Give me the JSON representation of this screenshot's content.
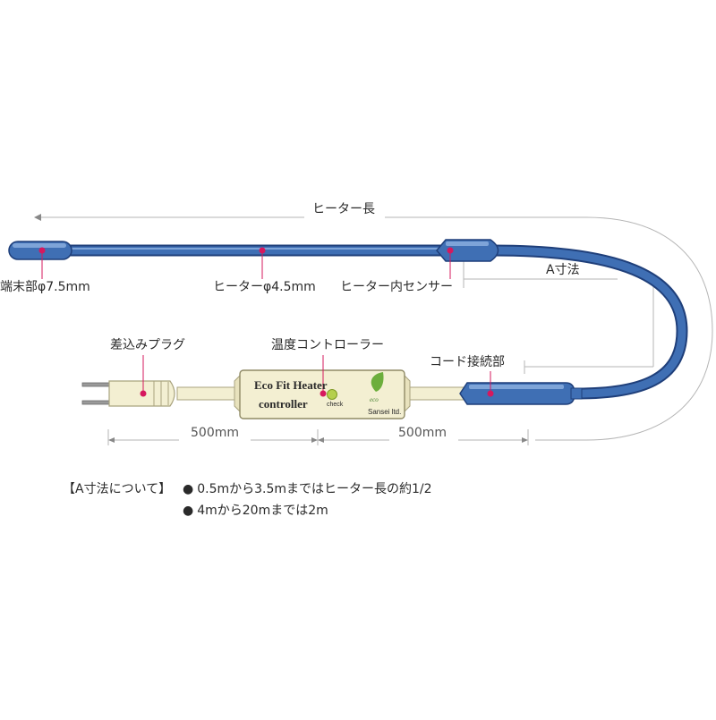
{
  "labels": {
    "heater_length": "ヒーター長",
    "a_dimension": "A寸法",
    "tip": "端末部φ7.5mm",
    "heater_diameter": "ヒーターφ4.5mm",
    "internal_sensor": "ヒーター内センサー",
    "plug": "差込みプラグ",
    "controller": "温度コントローラー",
    "cord_connection": "コード接続部",
    "cord_left_length": "500mm",
    "cord_right_length": "500mm"
  },
  "controller_box": {
    "title_line1": "Eco Fit Heater",
    "title_line2": "controller",
    "check": "check",
    "eco_mark": "eco",
    "maker": "Sansei ltd."
  },
  "notes": {
    "heading": "【A寸法について】",
    "bullet": "●",
    "items": [
      "0.5mから3.5mまではヒーター長の約1/2",
      "4mから20mまでは2m"
    ]
  },
  "colors": {
    "heater_blue": "#3f6fb4",
    "heater_outline": "#1f3f7a",
    "cord_cream": "#f3efd2",
    "cord_outline": "#a9a37e",
    "marker_red": "#d6185e",
    "dim_line": "#aaaaaa",
    "leaf_green": "#6cae3c",
    "check_led": "#b5cf4d"
  }
}
